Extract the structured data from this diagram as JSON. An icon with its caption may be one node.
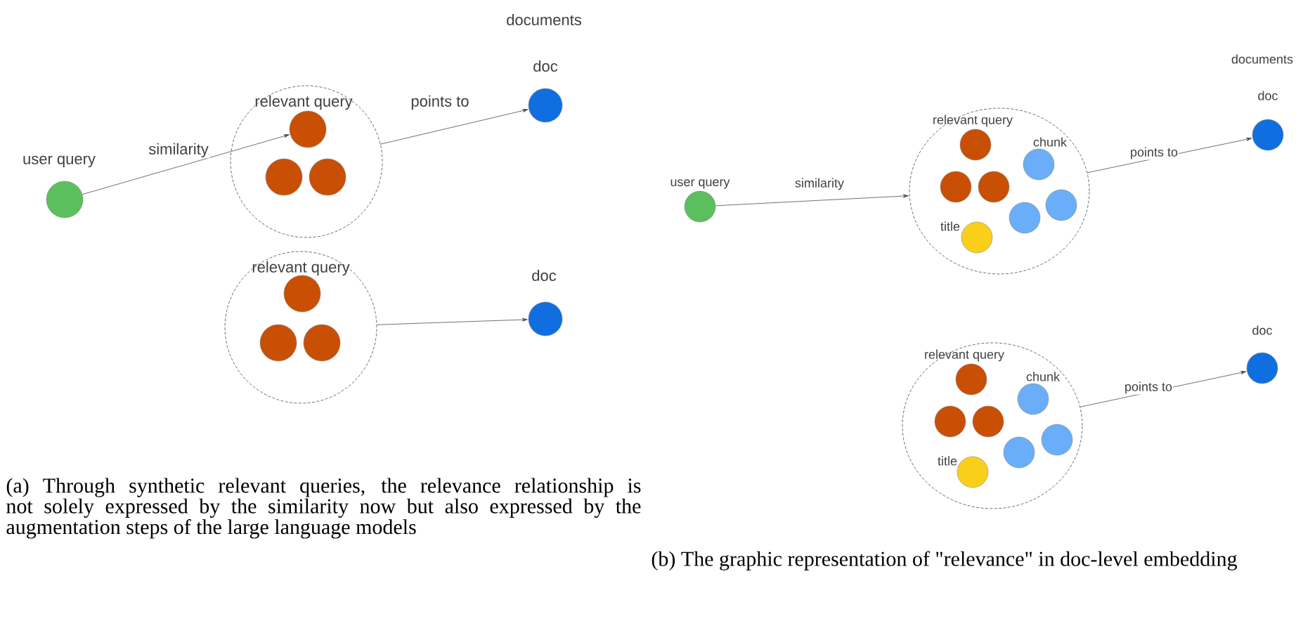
{
  "diagram": {
    "nodes": [
      {
        "text": [
          "user query"
        ]
      },
      {
        "text": [
          "relevant query"
        ]
      },
      {
        "text": [],
        "shape": "circle",
        "in": 1
      },
      {
        "text": [],
        "shape": "circle",
        "in": 1
      },
      {
        "text": [],
        "shape": "circle",
        "in": 1
      },
      {
        "text": [
          "doc"
        ]
      },
      {
        "text": [
          "relevant query"
        ]
      },
      {
        "text": [],
        "shape": "circle",
        "in": 6
      },
      {
        "text": [],
        "shape": "circle",
        "in": 6
      },
      {
        "text": [],
        "shape": "circle",
        "in": 6
      },
      {
        "text": [
          "doc"
        ]
      },
      {
        "text": [
          "user query"
        ]
      },
      {
        "text": [
          "relevant query"
        ]
      },
      {
        "text": [],
        "shape": "circle",
        "in": 12
      },
      {
        "text": [],
        "shape": "circle",
        "in": 12
      },
      {
        "text": [],
        "shape": "circle",
        "in": 12
      },
      {
        "text": [
          "chunk"
        ],
        "in": 12
      },
      {
        "text": [],
        "shape": "circle",
        "in": 12
      },
      {
        "text": [],
        "shape": "circle",
        "in": 12
      },
      {
        "text": [
          "title"
        ],
        "in": 12
      },
      {
        "text": [
          "doc"
        ]
      },
      {
        "text": [
          "relevant query"
        ]
      },
      {
        "text": [],
        "shape": "circle",
        "in": 21
      },
      {
        "text": [],
        "shape": "circle",
        "in": 21
      },
      {
        "text": [],
        "shape": "circle",
        "in": 21
      },
      {
        "text": [
          "chunk"
        ],
        "in": 21
      },
      {
        "text": [],
        "shape": "circle",
        "in": 21
      },
      {
        "text": [],
        "shape": "circle",
        "in": 21
      },
      {
        "text": [
          "title"
        ],
        "in": 21
      },
      {
        "text": [
          "doc"
        ]
      }
    ],
    "edges": [
      {
        "from": 0,
        "to": 2,
        "arrow": "to",
        "label": "similarity"
      },
      {
        "from": 1,
        "to": 5,
        "arrow": "to",
        "label": "points to"
      },
      {
        "from": 6,
        "to": 10,
        "arrow": "to"
      },
      {
        "from": 11,
        "to": 12,
        "arrow": "to",
        "label": "similarity"
      },
      {
        "from": 12,
        "to": 20,
        "arrow": "to",
        "label": "points to"
      },
      {
        "from": 21,
        "to": 29,
        "arrow": "to",
        "label": "points to"
      }
    ],
    "labels": [
      "documents",
      "documents",
      "(a) Through synthetic relevant queries, the relevance relationship is not solely expressed by the similarity now but also expressed by the augmentation steps of the large language models",
      "(b) The graphic representation of \"relevance\" in doc-level embedding"
    ]
  }
}
